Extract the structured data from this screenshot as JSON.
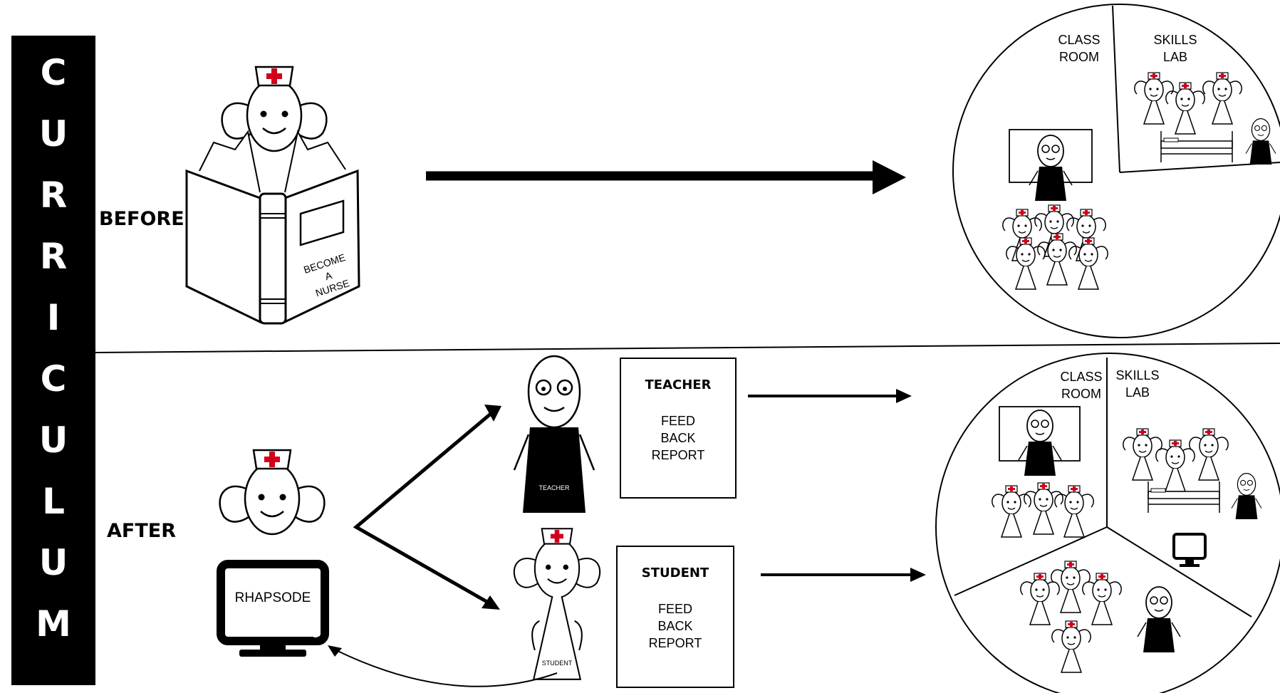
{
  "side_title_letters": [
    "C",
    "U",
    "R",
    "R",
    "I",
    "C",
    "U",
    "L",
    "U",
    "M"
  ],
  "labels": {
    "before": "BEFORE",
    "after": "AFTER"
  },
  "book": {
    "lines": [
      "BECOME",
      "A",
      "NURSE"
    ]
  },
  "monitor_label": "RHAPSODE",
  "figure_tags": {
    "teacher": "TEACHER",
    "student": "STUDENT"
  },
  "reports": {
    "teacher": {
      "title": "TEACHER",
      "body": "FEED\nBACK\nREPORT"
    },
    "student": {
      "title": "STUDENT",
      "body": "FEED\nBACK\nREPORT"
    }
  },
  "rooms": {
    "before": {
      "class_room": [
        "CLASS",
        "ROOM"
      ],
      "skills_lab": [
        "SKILLS",
        "LAB"
      ]
    },
    "after": {
      "class_room": [
        "CLASS",
        "ROOM"
      ],
      "skills_lab": [
        "SKILLS",
        "LAB"
      ]
    }
  },
  "colors": {
    "bar": "#000000",
    "cross": "#d0021b",
    "ink": "#000000"
  },
  "icons": [
    "nurse-figure",
    "teacher-figure",
    "book-icon",
    "computer-monitor-icon",
    "bed-icon",
    "arrow"
  ]
}
